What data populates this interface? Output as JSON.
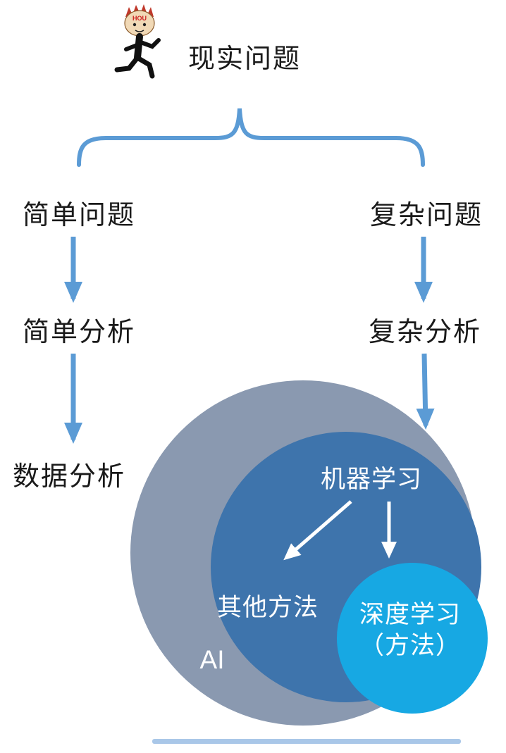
{
  "mascot": {
    "headband_text": "HOU"
  },
  "nodes": {
    "root": "现实问题",
    "simple_problem": "简单问题",
    "simple_analysis": "简单分析",
    "data_analysis": "数据分析",
    "complex_problem": "复杂问题",
    "complex_analysis": "复杂分析"
  },
  "venn": {
    "ai_label": "AI",
    "machine_learning": "机器学习",
    "other_methods": "其他方法",
    "deep_learning_line1": "深度学习",
    "deep_learning_line2": "（方法）"
  },
  "colors": {
    "arrow_blue": "#5B9BD5",
    "brace_blue": "#5B9BD5",
    "outer_circle": "#8A99B0",
    "middle_circle": "#3E74AC",
    "inner_circle": "#17A8E3",
    "white_arrow": "#FFFFFF",
    "text_dark": "#1A1A1A",
    "text_light": "#FFFFFF",
    "bottom_strip": "#A9C7E8"
  }
}
